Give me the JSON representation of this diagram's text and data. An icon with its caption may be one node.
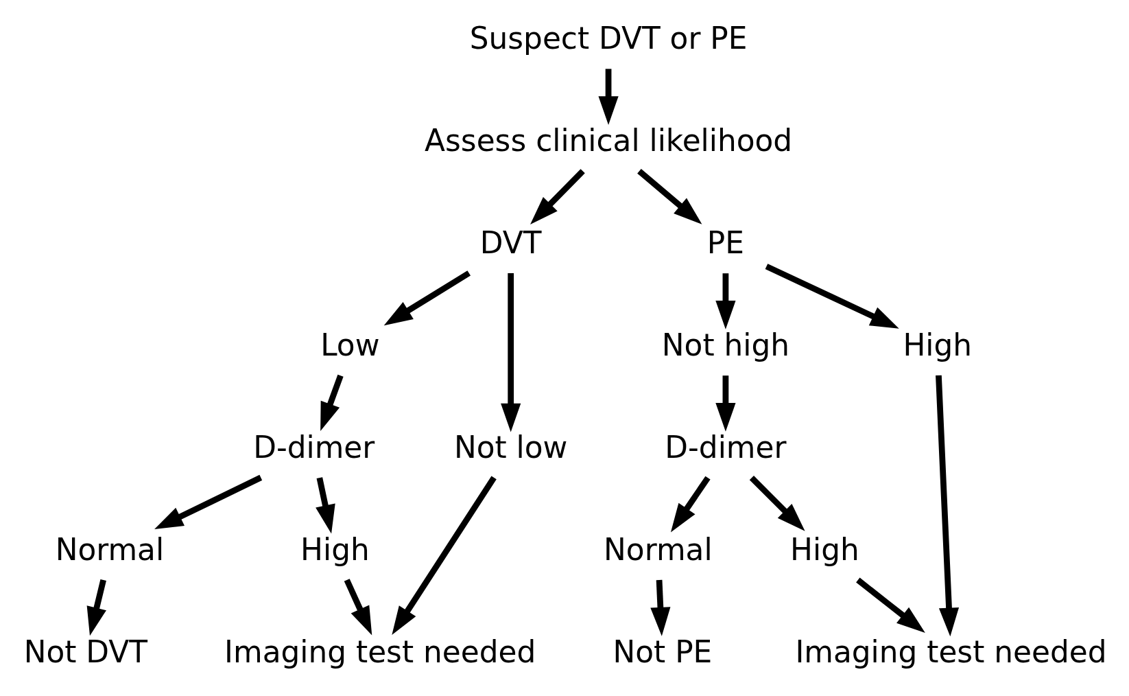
{
  "diagram": {
    "nodes": [
      {
        "text": [
          "Suspect DVT or PE"
        ]
      },
      {
        "text": [
          "Assess clinical likelihood"
        ]
      },
      {
        "text": [
          "DVT"
        ]
      },
      {
        "text": [
          "PE"
        ]
      },
      {
        "text": [
          "Low"
        ]
      },
      {
        "text": [
          "Not low"
        ]
      },
      {
        "text": [
          "Not high"
        ]
      },
      {
        "text": [
          "High"
        ]
      },
      {
        "text": [
          "D-dimer"
        ]
      },
      {
        "text": [
          "D-dimer"
        ]
      },
      {
        "text": [
          "Normal"
        ]
      },
      {
        "text": [
          "High"
        ]
      },
      {
        "text": [
          "Normal"
        ]
      },
      {
        "text": [
          "High"
        ]
      },
      {
        "text": [
          "Not DVT"
        ]
      },
      {
        "text": [
          "Imaging test needed"
        ]
      },
      {
        "text": [
          "Not PE"
        ]
      },
      {
        "text": [
          "Imaging test needed"
        ]
      }
    ],
    "edges": [
      {
        "from": 0,
        "to": 1,
        "arrow": "to"
      },
      {
        "from": 1,
        "to": 2,
        "arrow": "to"
      },
      {
        "from": 1,
        "to": 3,
        "arrow": "to"
      },
      {
        "from": 2,
        "to": 4,
        "arrow": "to"
      },
      {
        "from": 2,
        "to": 5,
        "arrow": "to"
      },
      {
        "from": 3,
        "to": 6,
        "arrow": "to"
      },
      {
        "from": 3,
        "to": 7,
        "arrow": "to"
      },
      {
        "from": 4,
        "to": 8,
        "arrow": "to"
      },
      {
        "from": 6,
        "to": 9,
        "arrow": "to"
      },
      {
        "from": 8,
        "to": 10,
        "arrow": "to"
      },
      {
        "from": 8,
        "to": 11,
        "arrow": "to"
      },
      {
        "from": 9,
        "to": 12,
        "arrow": "to"
      },
      {
        "from": 9,
        "to": 13,
        "arrow": "to"
      },
      {
        "from": 10,
        "to": 14,
        "arrow": "to"
      },
      {
        "from": 11,
        "to": 15,
        "arrow": "to"
      },
      {
        "from": 5,
        "to": 15,
        "arrow": "to"
      },
      {
        "from": 12,
        "to": 16,
        "arrow": "to"
      },
      {
        "from": 13,
        "to": 17,
        "arrow": "to"
      },
      {
        "from": 7,
        "to": 17,
        "arrow": "to"
      }
    ]
  }
}
